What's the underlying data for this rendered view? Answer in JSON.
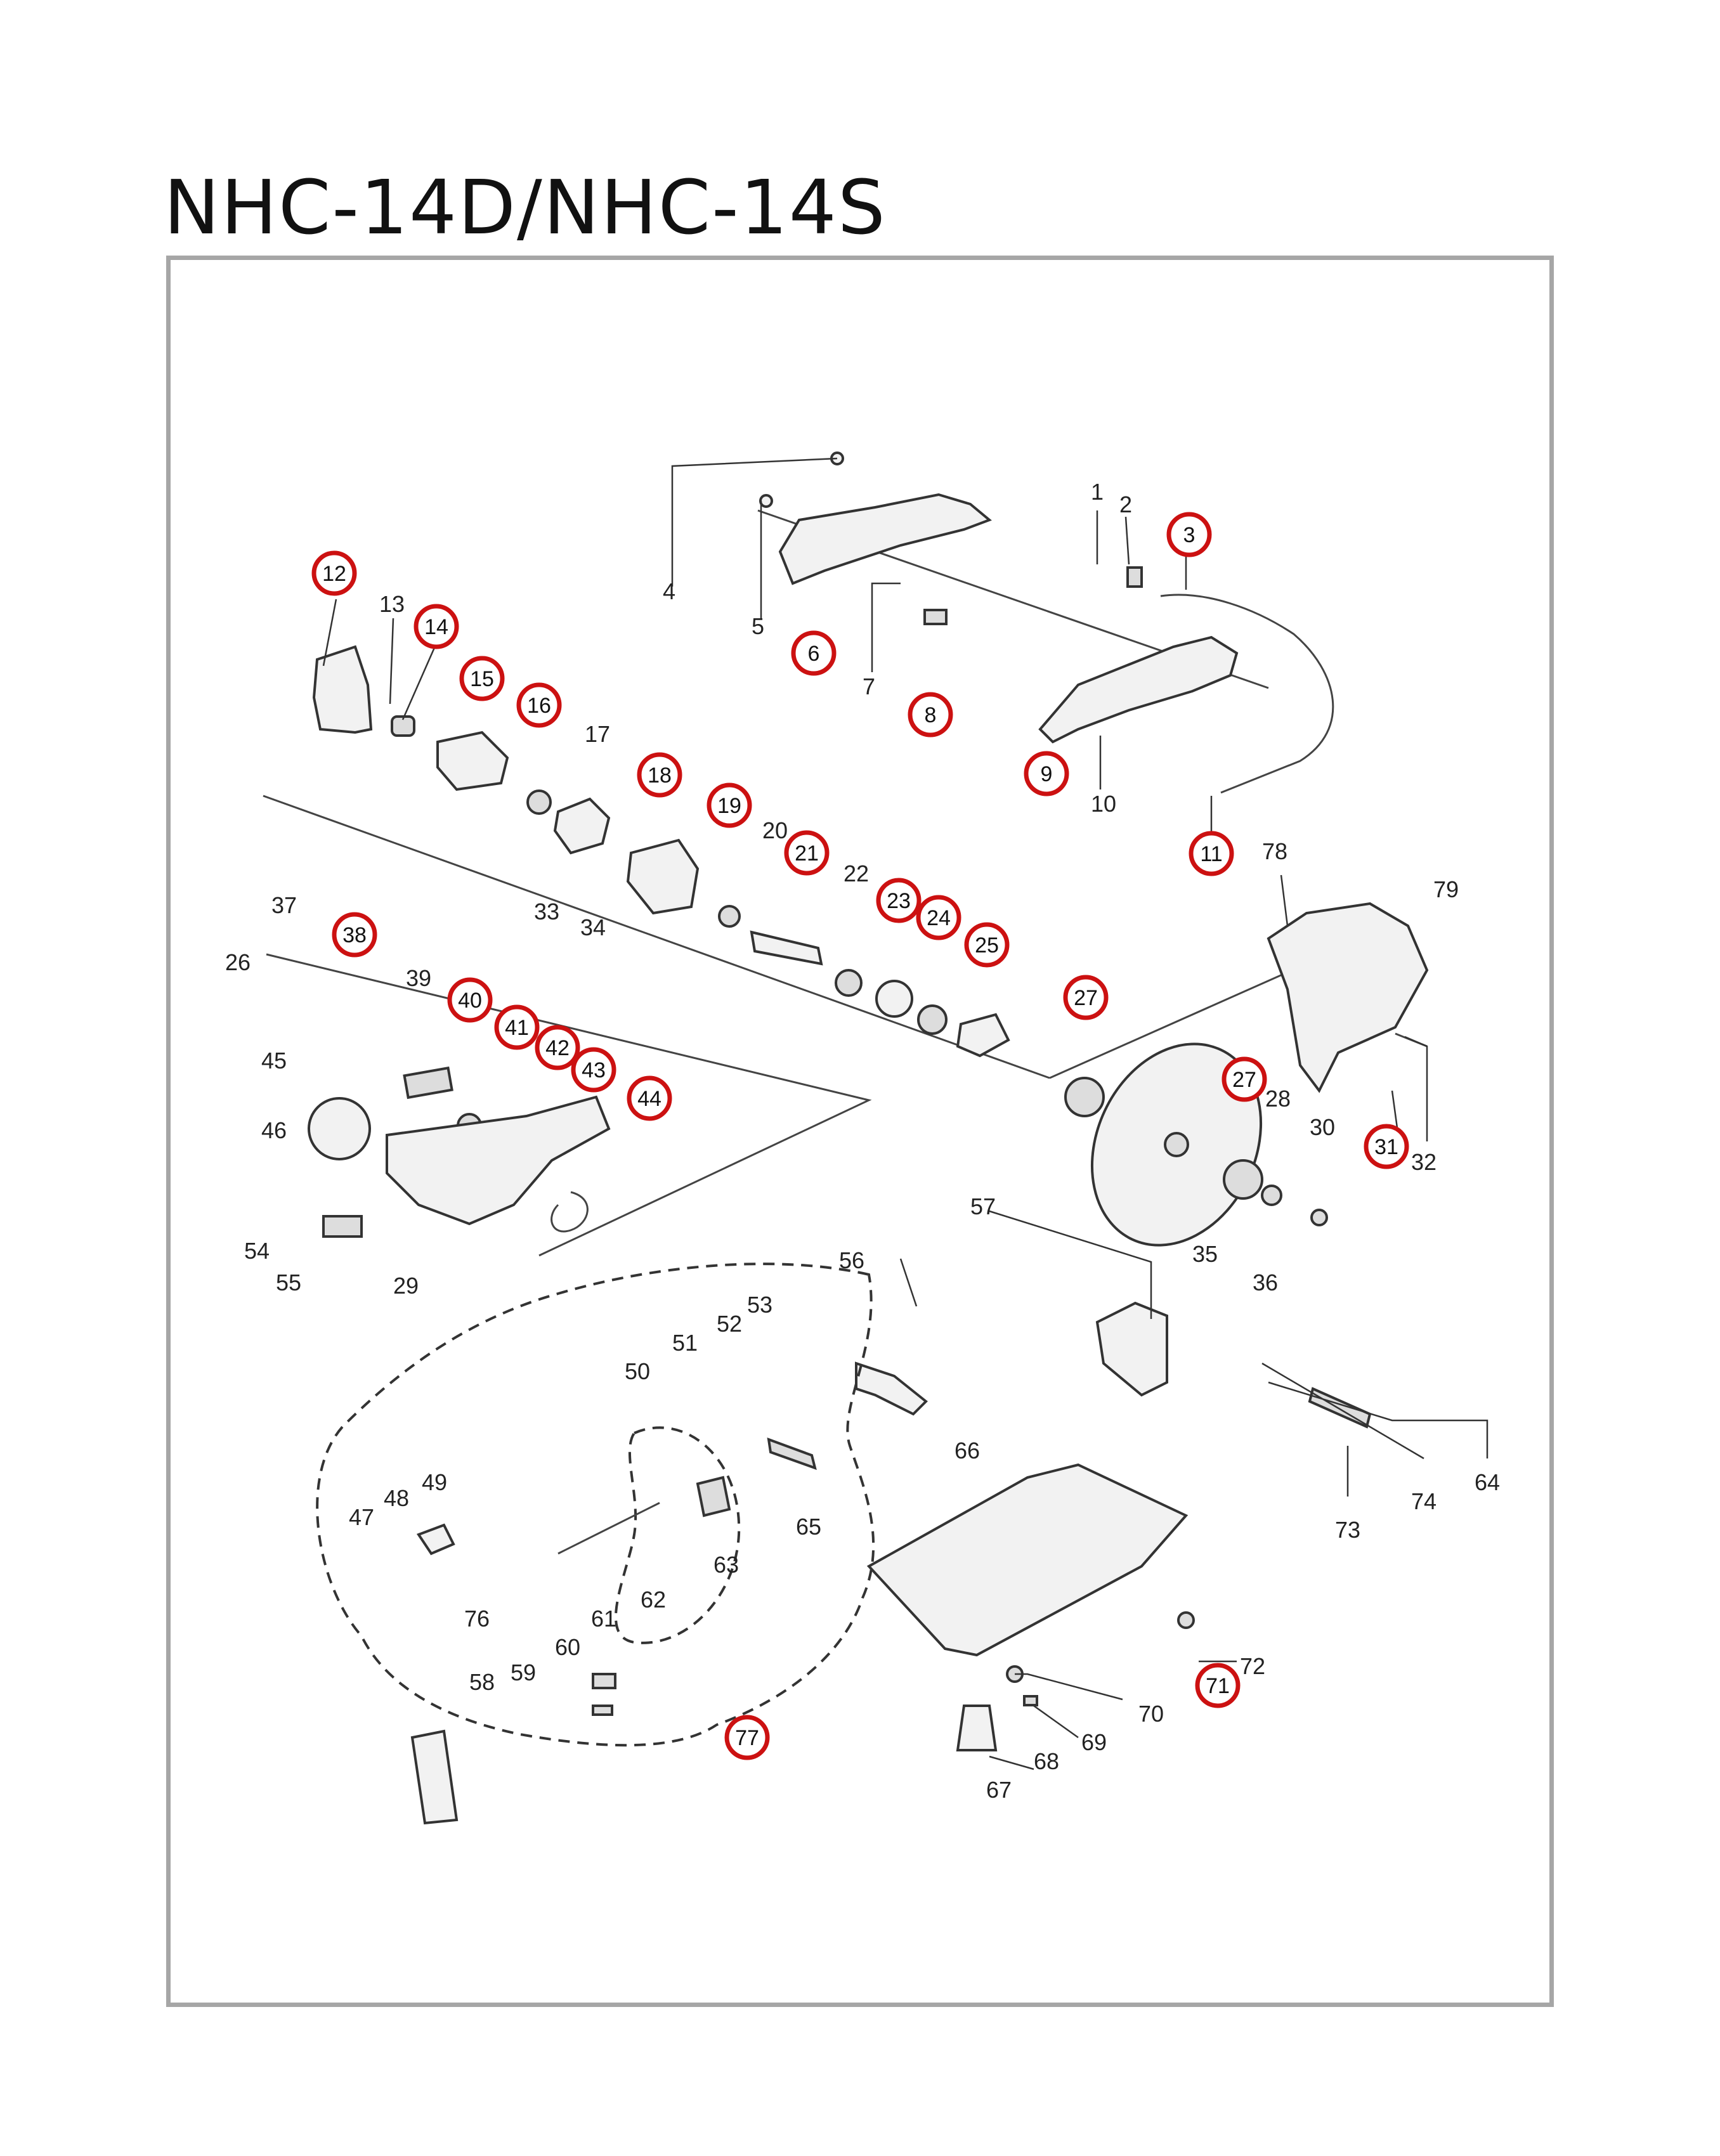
{
  "title": "NHC-14D/NHC-14S",
  "highlight_color": "#cc1111",
  "part_numbers": {
    "p1": "1",
    "p2": "2",
    "p4": "4",
    "p5": "5",
    "p7": "7",
    "p10": "10",
    "p13": "13",
    "p17": "17",
    "p20": "20",
    "p22": "22",
    "p26": "26",
    "p28": "28",
    "p29": "29",
    "p30": "30",
    "p32": "32",
    "p33": "33",
    "p34": "34",
    "p35": "35",
    "p36": "36",
    "p37": "37",
    "p39": "39",
    "p45": "45",
    "p46": "46",
    "p47": "47",
    "p48": "48",
    "p49": "49",
    "p50": "50",
    "p51": "51",
    "p52": "52",
    "p53": "53",
    "p54": "54",
    "p55": "55",
    "p56": "56",
    "p57": "57",
    "p58": "58",
    "p59": "59",
    "p60": "60",
    "p61": "61",
    "p62": "62",
    "p63": "63",
    "p64": "64",
    "p65": "65",
    "p66": "66",
    "p67": "67",
    "p68": "68",
    "p69": "69",
    "p70": "70",
    "p72": "72",
    "p73": "73",
    "p74": "74",
    "p76": "76",
    "p78": "78",
    "p79": "79"
  },
  "highlighted_parts": {
    "h3": "3",
    "h6": "6",
    "h8": "8",
    "h9": "9",
    "h11": "11",
    "h12": "12",
    "h14": "14",
    "h15": "15",
    "h16": "16",
    "h18": "18",
    "h19": "19",
    "h21": "21",
    "h23": "23",
    "h24": "24",
    "h25": "25",
    "h27a": "27",
    "h27b": "27",
    "h31": "31",
    "h38": "38",
    "h40": "40",
    "h41": "41",
    "h42": "42",
    "h43": "43",
    "h44": "44",
    "h71": "71",
    "h77": "77"
  }
}
